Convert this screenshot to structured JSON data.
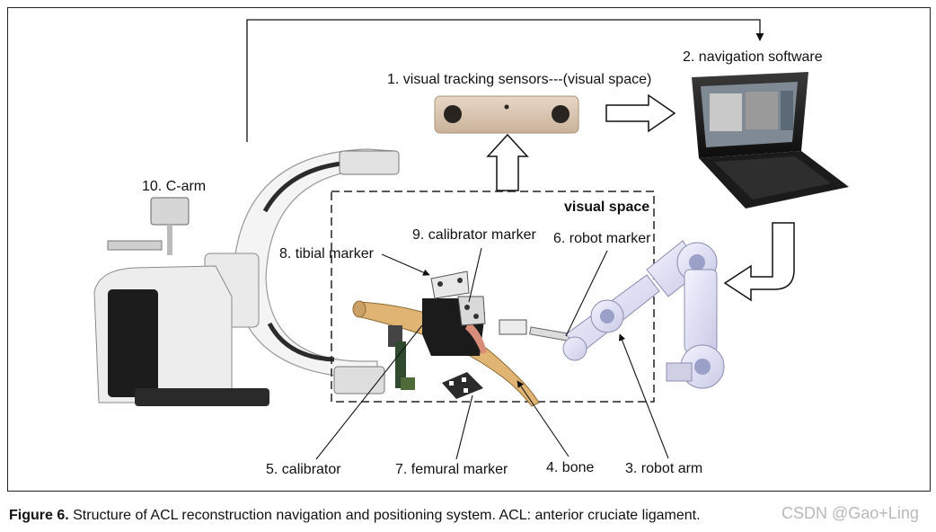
{
  "labels": {
    "tracking_sensors": "1. visual tracking sensors---(visual space)",
    "navigation_software": "2. navigation software",
    "robot_arm": "3. robot arm",
    "bone": "4. bone",
    "calibrator": "5.  calibrator",
    "robot_marker": "6. robot marker",
    "femoral_marker": "7. femural marker",
    "tibial_marker": "8. tibial marker",
    "calibrator_marker": "9. calibrator marker",
    "c_arm": "10. C-arm",
    "visual_space": "visual space"
  },
  "caption": {
    "figure_label": "Figure 6.",
    "text": " Structure of ACL reconstruction navigation and positioning system. ACL: anterior cruciate ligament."
  },
  "watermark": "CSDN @Gao+Ling"
}
